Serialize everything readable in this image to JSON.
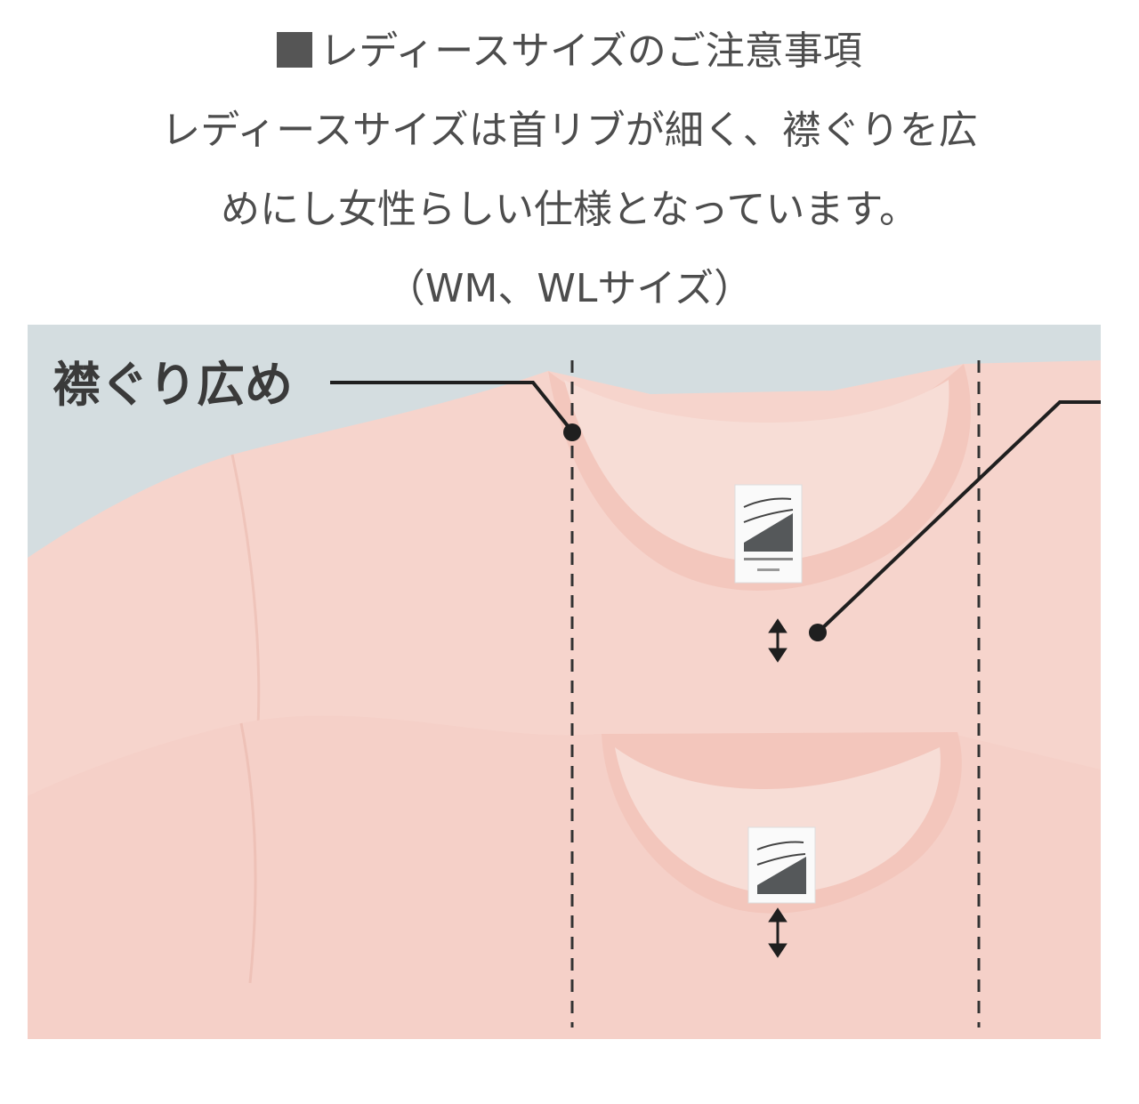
{
  "header": {
    "title": "レディースサイズのご注意事項",
    "description_line1": "レディースサイズは首リブが細く、襟ぐりを広",
    "description_line2": "めにし女性らしい仕様となっています。",
    "size_note": "（WM、WLサイズ）"
  },
  "photo": {
    "callout_label": "襟ぐり広め",
    "colors": {
      "background": "#d4dde0",
      "shirt": "#f6d4cc",
      "shirt_inner": "#f7ddd6",
      "rib": "#f3c6bc",
      "marker": "#1f1f1f"
    }
  }
}
